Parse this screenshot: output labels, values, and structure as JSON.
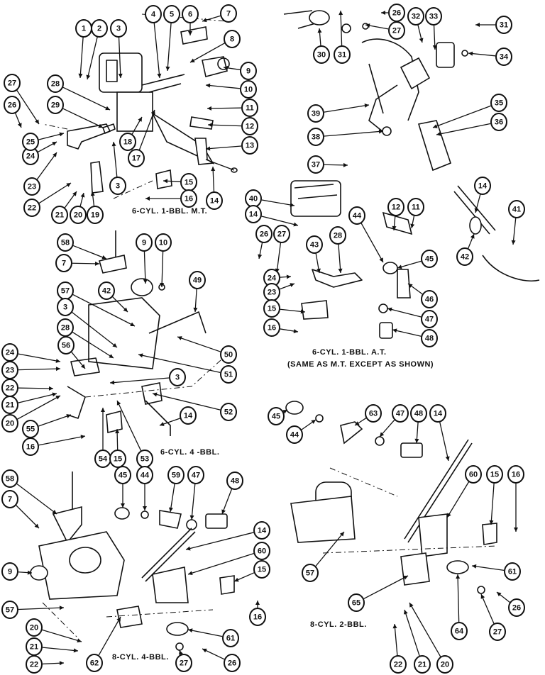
{
  "figures": [
    {
      "caption": "6-CYL. 1-BBL. M.T.",
      "callouts": [
        "1",
        "2",
        "3",
        "4",
        "5",
        "6",
        "7",
        "8",
        "9",
        "10",
        "11",
        "12",
        "13",
        "14",
        "15",
        "16",
        "17",
        "18",
        "3",
        "19",
        "20",
        "21",
        "22",
        "23",
        "24",
        "25",
        "26",
        "27",
        "28",
        "29"
      ]
    },
    {
      "caption": "",
      "callouts": [
        "30",
        "31",
        "26",
        "27",
        "32",
        "33",
        "31",
        "34",
        "35",
        "36",
        "37",
        "38",
        "39"
      ]
    },
    {
      "caption": "6-CYL. 1-BBL. A.T.",
      "subcaption": "(SAME AS M.T. EXCEPT AS SHOWN)",
      "callouts": [
        "40",
        "14",
        "26",
        "27",
        "28",
        "43",
        "44",
        "12",
        "11",
        "45",
        "24",
        "23",
        "46",
        "47",
        "15",
        "48",
        "16",
        "14",
        "41",
        "42"
      ]
    },
    {
      "caption": "6-CYL. 4 -BBL.",
      "callouts": [
        "58",
        "9",
        "10",
        "7",
        "57",
        "42",
        "3",
        "28",
        "49",
        "50",
        "24",
        "23",
        "56",
        "22",
        "21",
        "20",
        "51",
        "3",
        "52",
        "55",
        "14",
        "16",
        "54",
        "15",
        "53"
      ]
    },
    {
      "caption": "8-CYL. 4-BBL.",
      "callouts": [
        "58",
        "7",
        "9",
        "57",
        "20",
        "21",
        "22",
        "62",
        "45",
        "44",
        "59",
        "47",
        "48",
        "14",
        "60",
        "15",
        "16",
        "61",
        "27",
        "26"
      ]
    },
    {
      "caption": "8-CYL. 2-BBL.",
      "callouts": [
        "45",
        "44",
        "63",
        "47",
        "48",
        "14",
        "60",
        "15",
        "16",
        "57",
        "61",
        "65",
        "64",
        "27",
        "26",
        "22",
        "21",
        "20"
      ]
    }
  ]
}
